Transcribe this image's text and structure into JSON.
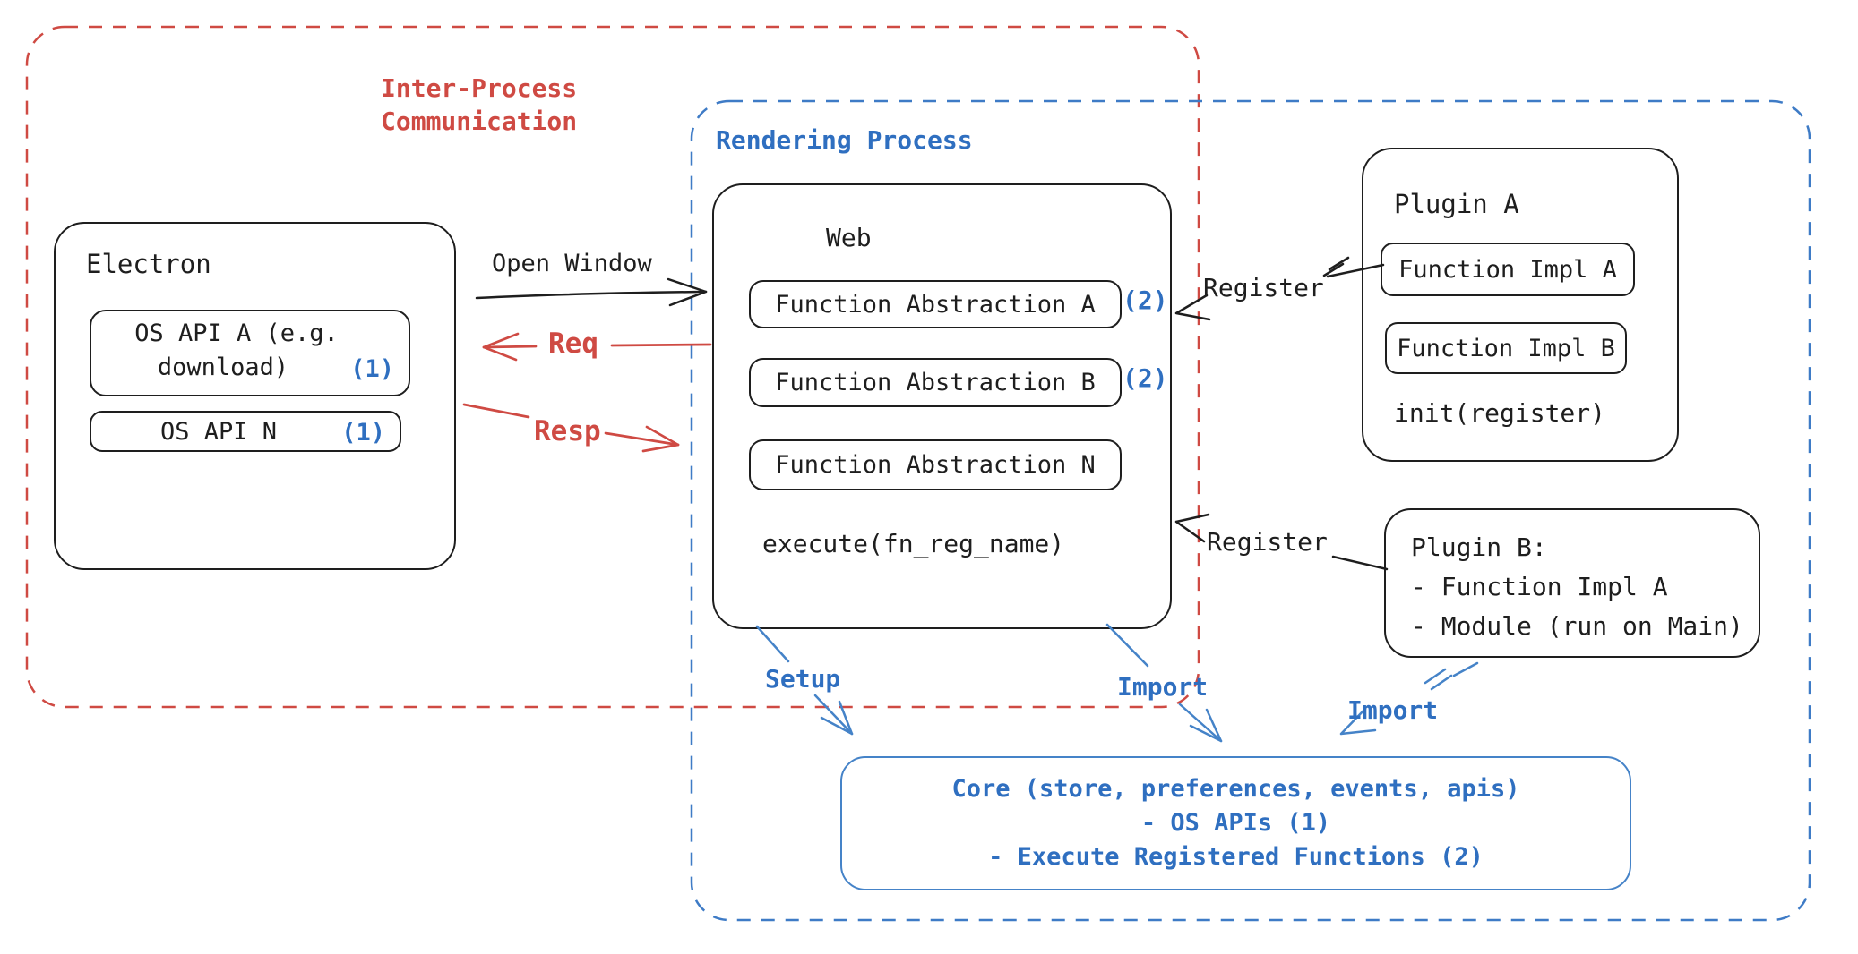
{
  "groups": {
    "ipc": {
      "line1": "Inter-Process",
      "line2": "Communication"
    },
    "rendering": {
      "label": "Rendering Process"
    }
  },
  "electron": {
    "title": "Electron",
    "api_a": {
      "line1": "OS API A (e.g.",
      "line2": "download)",
      "badge": "(1)"
    },
    "api_n": {
      "label": "OS API N",
      "badge": "(1)"
    }
  },
  "web": {
    "title": "Web",
    "fa_a": {
      "label": "Function Abstraction A",
      "badge": "(2)"
    },
    "fa_b": {
      "label": "Function Abstraction B",
      "badge": "(2)"
    },
    "fa_n": {
      "label": "Function Abstraction N"
    },
    "execute": "execute(fn_reg_name)"
  },
  "plugin_a": {
    "title": "Plugin A",
    "impl_a": "Function Impl A",
    "impl_b": "Function Impl B",
    "init": "init(register)"
  },
  "plugin_b": {
    "line1": "Plugin B:",
    "line2": "- Function Impl A",
    "line3": "- Module (run on Main)"
  },
  "core": {
    "line1": "Core (store, preferences, events, apis)",
    "line2": "- OS APIs (1)",
    "line3": "- Execute Registered Functions (2)"
  },
  "arrows": {
    "open_window": "Open Window",
    "req": "Req",
    "resp": "Resp",
    "register_top": "Register",
    "register_bottom": "Register",
    "setup": "Setup",
    "import_web": "Import",
    "import_plugin": "Import"
  },
  "colors": {
    "ink": "#1e1e1e",
    "red": "#cf4a43",
    "blue_text": "#2f6fc0",
    "blue_border": "#3e7bc6",
    "core_border": "#4583c8"
  }
}
